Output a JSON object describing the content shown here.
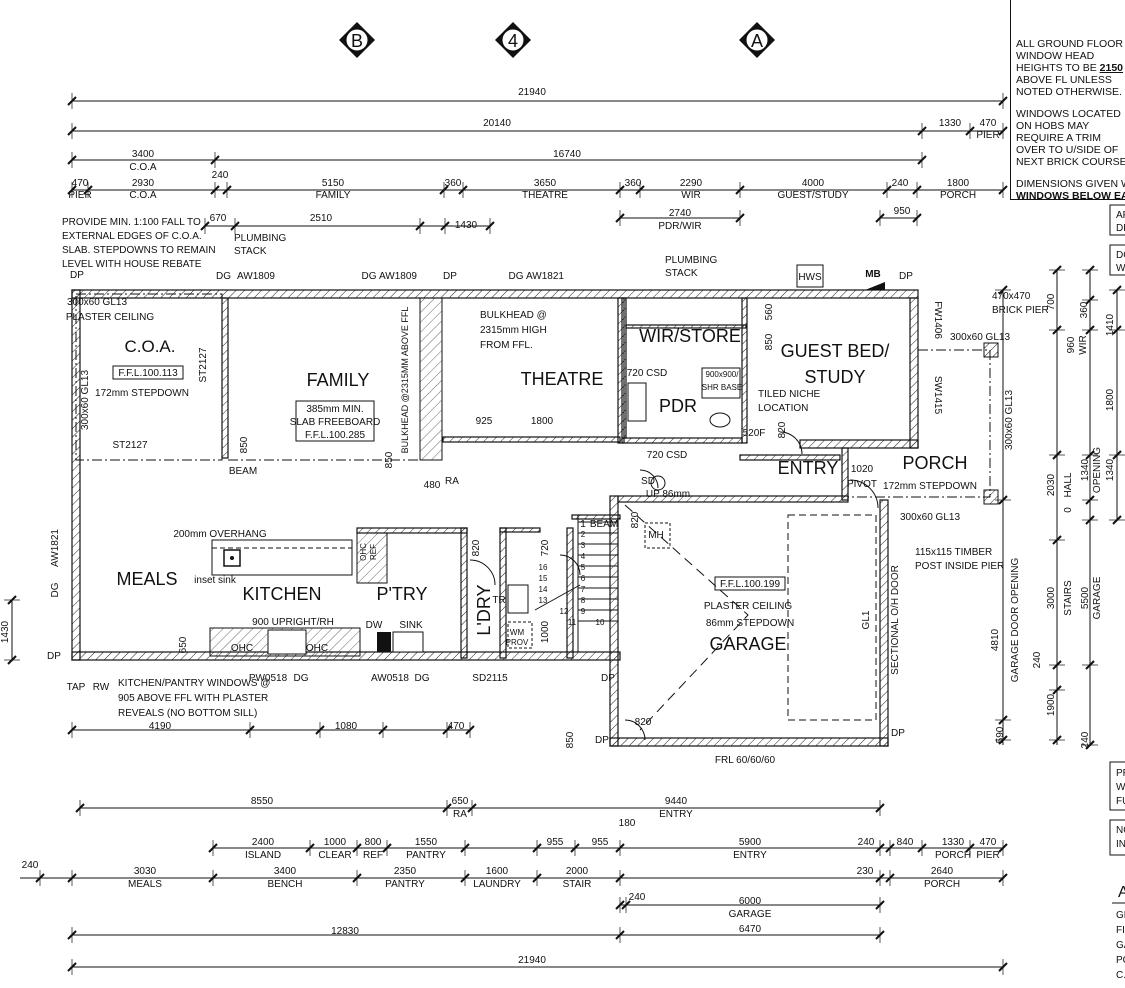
{
  "grid_markers": [
    "B",
    "4",
    "A"
  ],
  "notes_panel": {
    "note1_lines": [
      "ALL GROUND FLOOR",
      "WINDOW HEAD",
      "HEIGHTS TO BE",
      "ABOVE FL UNLESS",
      "NOTED OTHERWISE."
    ],
    "note1_value": "2150",
    "note2_lines": [
      "WINDOWS LOCATED",
      "ON HOBS MAY",
      "REQUIRE A TRIM",
      "OVER TO U/SIDE OF",
      "NEXT BRICK COURSE."
    ],
    "note3_lines": [
      "DIMENSIONS GIVEN WOR",
      "WINDOWS BELOW EAVE"
    ]
  },
  "side_partial": [
    "AF",
    "DE",
    "DG",
    "W",
    "PR",
    "WI",
    "FU",
    "NO",
    "INS",
    "A",
    "GR",
    "FI",
    "GA",
    "PO",
    "C."
  ],
  "dims_top": [
    "21940",
    "20140",
    "1330",
    "470",
    "PIER",
    "3400",
    "C.O.A",
    "16740",
    "470",
    "PIER",
    "2930",
    "C.O.A",
    "240",
    "5150",
    "FAMILY",
    "360",
    "3650",
    "THEATRE",
    "360",
    "2290",
    "WIR",
    "4000",
    "GUEST/STUDY",
    "240",
    "1800",
    "PORCH",
    "2740",
    "PDR/WIR",
    "950",
    "670",
    "2510",
    "1430"
  ],
  "dims_left": [
    "4190",
    "1080",
    "470",
    "1430"
  ],
  "dims_bottom": [
    "8550",
    "650",
    "RA",
    "9440",
    "ENTRY",
    "180",
    "2400",
    "ISLAND",
    "1000",
    "CLEAR",
    "800",
    "REF",
    "1550",
    "PANTRY",
    "955",
    "955",
    "5900",
    "ENTRY",
    "240",
    "840",
    "1330",
    "PORCH",
    "470",
    "PIER",
    "240",
    "3030",
    "MEALS",
    "3400",
    "BENCH",
    "2350",
    "PANTRY",
    "1600",
    "LAUNDRY",
    "2000",
    "STAIR",
    "230",
    "2640",
    "PORCH",
    "240",
    "6000",
    "GARAGE",
    "6470",
    "12830",
    "21940"
  ],
  "dims_right": [
    "700",
    "360",
    "960",
    "WIR",
    "1410",
    "1800",
    "2030",
    "HALL",
    "0",
    "1340",
    "OPENING",
    "1340",
    "3000",
    "STAIRS",
    "5500",
    "GARAGE",
    "240",
    "1900",
    "240",
    "590",
    "4810",
    "GARAGE DOOR OPENING"
  ],
  "rooms": {
    "coa": "C.O.A.",
    "family": "FAMILY",
    "theatre": "THEATRE",
    "wir": "WIR/STORE",
    "pdr": "PDR",
    "guest1": "GUEST BED/",
    "guest2": "STUDY",
    "entry": "ENTRY",
    "porch": "PORCH",
    "meals": "MEALS",
    "kitchen": "KITCHEN",
    "pantry": "P'TRY",
    "laundry": "L'DRY",
    "garage": "GARAGE"
  },
  "notes": {
    "fall": [
      "PROVIDE MIN. 1:100 FALL TO",
      "EXTERNAL EDGES OF C.O.A.",
      "SLAB. STEPDOWNS TO REMAIN",
      "LEVEL WITH HOUSE REBATE"
    ],
    "plumbing1": [
      "PLUMBING",
      "STACK"
    ],
    "plumbing2": [
      "PLUMBING",
      "STACK"
    ],
    "brick_pier": [
      "470x470",
      "BRICK PIER"
    ],
    "bulkhead": [
      "BULKHEAD @",
      "2315mm HIGH",
      "FROM FFL."
    ],
    "bulkhead_v": "BULKHEAD @2315MM ABOVE FFL",
    "freeboard": [
      "385mm MIN.",
      "SLAB FREEBOARD",
      "F.F.L.100.285"
    ],
    "tiled_niche": [
      "TILED NICHE",
      "LOCATION"
    ],
    "timber_post": [
      "115x115 TIMBER",
      "POST INSIDE PIER"
    ],
    "kp_windows": [
      "KITCHEN/PANTRY WINDOWS @",
      "905 ABOVE FFL WITH PLASTER",
      "REVEALS (NO BOTTOM SILL)"
    ]
  },
  "labels": [
    "DG",
    "AW1809",
    "DG",
    "AW1809",
    "DP",
    "DG",
    "AW1821",
    "DP",
    "HWS",
    "MB",
    "DP",
    "300x60 GL13",
    "PLASTER CEILING",
    "F.F.L.100.113",
    "172mm STEPDOWN",
    "ST2127",
    "ST2127",
    "300x60 GL13",
    "925",
    "1800",
    "720 CSD",
    "900x900/",
    "SHR BASE",
    "520F",
    "820",
    "720 CSD",
    "560",
    "850",
    "FW1406",
    "SW1415",
    "300x60 GL13",
    "1020",
    "PIVOT",
    "172mm STEPDOWN",
    "300x60 GL13",
    "300x60 GL13",
    "SD",
    "UP 86mm",
    "820",
    "MH",
    "1",
    "BEAM",
    "BEAM",
    "850",
    "850",
    "480",
    "RA",
    "200mm OVERHANG",
    "inset sink",
    "TR",
    "WM",
    "PROV",
    "820",
    "720",
    "1000",
    "OHC",
    "REF",
    "900 UPRIGHT/RH",
    "DW",
    "SINK",
    "OHC",
    "OHC",
    "650",
    "DG",
    "AW1821",
    "DP",
    "TAP",
    "RW",
    "PW0518",
    "DG",
    "AW0518",
    "DG",
    "SD2115",
    "DP",
    "F.F.L.100.199",
    "PLASTER CEILING",
    "86mm STEPDOWN",
    "GL1",
    "SECTIONAL O/H DOOR",
    "820",
    "DP",
    "DP",
    "850",
    "FRL 60/60/60"
  ],
  "stair_numbers": [
    "2",
    "3",
    "4",
    "5",
    "6",
    "7",
    "8",
    "9",
    "10",
    "11",
    "12",
    "13",
    "14",
    "15",
    "16"
  ]
}
